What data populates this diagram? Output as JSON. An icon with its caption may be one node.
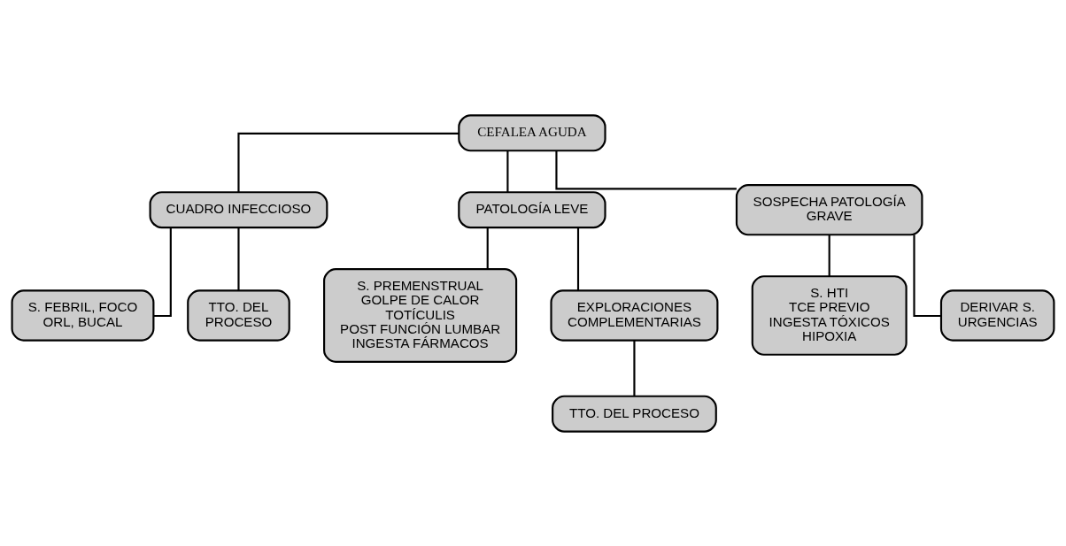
{
  "diagram": {
    "nodes": [
      {
        "text": [
          "CEFALEA AGUDA"
        ]
      },
      {
        "text": [
          "CUADRO INFECCIOSO"
        ]
      },
      {
        "text": [
          "PATOLOGÍA LEVE"
        ]
      },
      {
        "text": [
          "SOSPECHA PATOLOGÍA GRAVE"
        ]
      },
      {
        "text": [
          "S. FEBRIL, FOCO ORL, BUCAL"
        ]
      },
      {
        "text": [
          "S. PREMENSTRUAL",
          "GOLPE DE CALOR",
          "TOTÍCULIS",
          "POST FUNCIÓN LUMBAR",
          "INGESTA FÁRMACOS"
        ]
      },
      {
        "text": [
          "S. HTI",
          "TCE PREVIO",
          "INGESTA TÓXICOS",
          "HIPOXIA"
        ]
      },
      {
        "text": [
          "TTO. DEL PROCESO"
        ]
      },
      {
        "text": [
          "EXPLORACIONES COMPLEMENTARIAS"
        ]
      },
      {
        "text": [
          "DERIVAR S. URGENCIAS"
        ]
      },
      {
        "text": [
          "TTO. DEL PROCESO"
        ]
      }
    ],
    "edges": [
      {
        "from": 0,
        "to": 1,
        "arrow": "none"
      },
      {
        "from": 0,
        "to": 2,
        "arrow": "none"
      },
      {
        "from": 0,
        "to": 3,
        "arrow": "none"
      },
      {
        "from": 1,
        "to": 4,
        "arrow": "none"
      },
      {
        "from": 1,
        "to": 7,
        "arrow": "none"
      },
      {
        "from": 2,
        "to": 5,
        "arrow": "none"
      },
      {
        "from": 2,
        "to": 8,
        "arrow": "none"
      },
      {
        "from": 8,
        "to": 10,
        "arrow": "none"
      },
      {
        "from": 3,
        "to": 6,
        "arrow": "none"
      },
      {
        "from": 3,
        "to": 9,
        "arrow": "none"
      }
    ]
  }
}
